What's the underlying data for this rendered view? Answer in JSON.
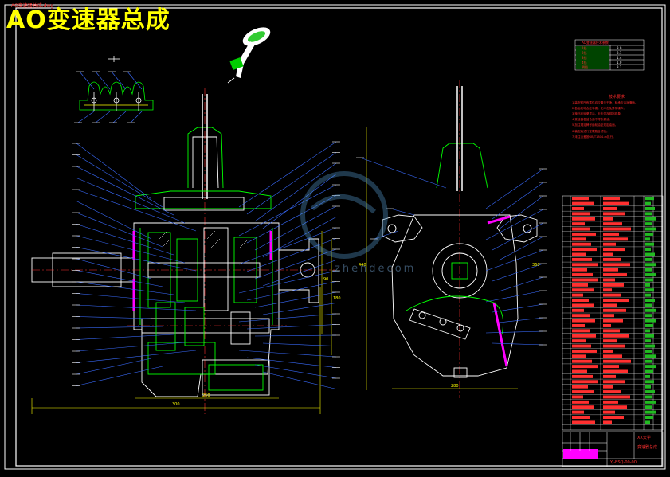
{
  "title": "AO变速器总成",
  "red_tag": "AO变速器总成.dwg",
  "watermark": "zhendecom",
  "dimensions": [
    "300",
    "250",
    "90",
    "180",
    "280",
    "440",
    "360"
  ],
  "top_table": {
    "header": "AO变速器技术参数",
    "rows": [
      [
        "1挡",
        "3.9"
      ],
      [
        "2挡",
        "2.1"
      ],
      [
        "3挡",
        "1.4"
      ],
      [
        "4挡",
        "1.0"
      ],
      [
        "倒挡",
        "3.2"
      ]
    ]
  },
  "tech_req": {
    "title": "技术要求",
    "lines": [
      "1.装配前所有零件均应清洗干净，轴承应涂润滑脂。",
      "2.各齿轮啮合应平稳，无冲击及异常噪声。",
      "3.换挡应轻便灵活，无卡滞及跳挡现象。",
      "4.变速器各结合面不得渗漏油。",
      "5.加注规定牌号齿轮油至规定油面。",
      "6.装配后进行空载跑合试验。",
      "7.未注公差按GB/T1804-m执行。"
    ]
  },
  "title_block": {
    "school": "XX大学",
    "name": "变速器总成",
    "drawing_no": "YJ-BSQ-00-00"
  }
}
